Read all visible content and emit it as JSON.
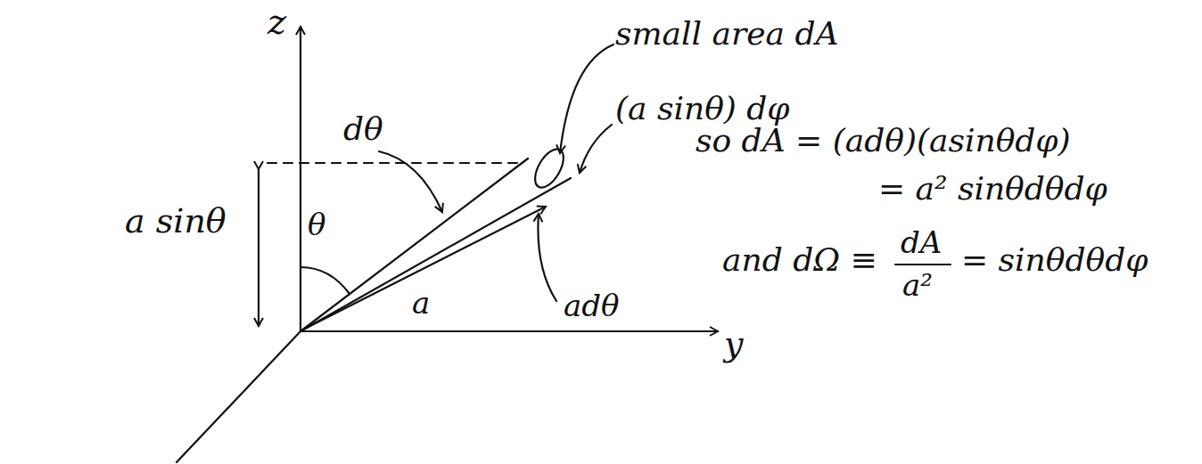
{
  "diagram": {
    "labels": [
      "z",
      "small area dA",
      "dθ",
      "(a sinθ) dφ",
      "a sinθ",
      "θ",
      "a",
      "y",
      "adθ",
      "so dA = (adθ)(asinθdφ)",
      "= a² sinθdθdφ",
      "and dΩ ≡",
      "dA",
      "a²",
      "= sinθdθdφ"
    ]
  }
}
